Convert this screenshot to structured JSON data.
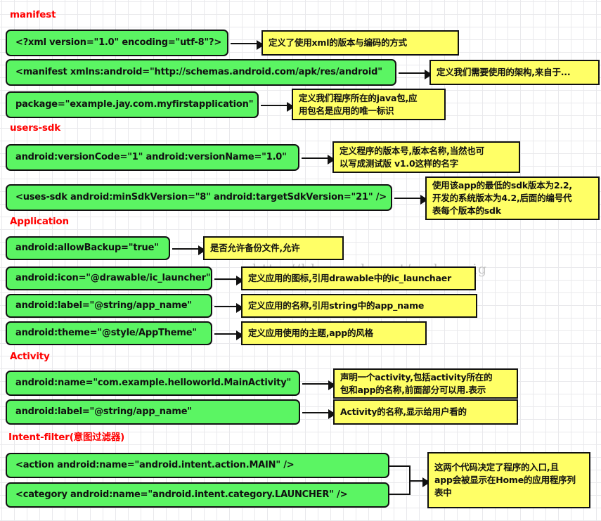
{
  "watermark": "http://blog.csdn.net/coder_pig",
  "colors": {
    "code_fill": "#5BF563",
    "note_fill": "#FFFF66",
    "outline": "#111111",
    "heading": "#FF0000",
    "grid": "#E9E9EC",
    "background": "#FFFFFF"
  },
  "sections": [
    {
      "id": "manifest",
      "heading": "manifest",
      "rows": [
        {
          "code": "<?xml version=\"1.0\" encoding=\"utf-8\"?>",
          "note": [
            "定义了使用xml的版本与编码的方式"
          ]
        },
        {
          "code": "<manifest xmlns:android=\"http://schemas.android.com/apk/res/android\"",
          "note": [
            "定义我们需要使用的架构,来自于..."
          ]
        },
        {
          "code": "package=\"example.jay.com.myfirstapplication\"",
          "note": [
            "定义我们程序所在的java包,应",
            "用包名是应用的唯一标识"
          ]
        }
      ]
    },
    {
      "id": "users-sdk",
      "heading": "users-sdk",
      "rows": [
        {
          "code": "android:versionCode=\"1\"     android:versionName=\"1.0\"",
          "note": [
            "定义程序的版本号,版本名称,当然也可",
            "以写成测试版 v1.0这样的名字"
          ]
        },
        {
          "code": "<uses-sdk  android:minSdkVersion=\"8\"  android:targetSdkVersion=\"21\" />",
          "note": [
            "使用该app的最低的sdk版本为2.2,",
            "开发的系统版本为4.2,后面的编号代",
            "表每个版本的sdk"
          ]
        }
      ]
    },
    {
      "id": "application",
      "heading": "Application",
      "rows": [
        {
          "code": "android:allowBackup=\"true\"",
          "note": [
            "是否允许备份文件,允许"
          ]
        },
        {
          "code": "android:icon=\"@drawable/ic_launcher\"",
          "note": [
            "定义应用的图标,引用drawable中的ic_launchaer"
          ]
        },
        {
          "code": "android:label=\"@string/app_name\"",
          "note": [
            "定义应用的名称,引用string中的app_name"
          ]
        },
        {
          "code": "android:theme=\"@style/AppTheme\"",
          "note": [
            "定义应用使用的主题,app的风格"
          ]
        }
      ]
    },
    {
      "id": "activity",
      "heading": "Activity",
      "rows": [
        {
          "code": "android:name=\"com.example.helloworld.MainActivity\"",
          "note": [
            "声明一个activity,包括activity所在的",
            "包和app的名称,前面部分可以用.表示"
          ]
        },
        {
          "code": "android:label=\"@string/app_name\"",
          "note": [
            "Activity的名称,显示给用户看的"
          ]
        }
      ]
    },
    {
      "id": "intent-filter",
      "heading": "Intent-filter(意图过滤器)",
      "rows": [
        {
          "code": "<action android:name=\"android.intent.action.MAIN\" />",
          "note": null
        },
        {
          "code": "<category android:name=\"android.intent.category.LAUNCHER\" />",
          "note": null
        }
      ],
      "merged_note": [
        "这两个代码决定了程序的入口,且",
        "app会被显示在Home的应用程序列",
        "表中"
      ]
    }
  ]
}
